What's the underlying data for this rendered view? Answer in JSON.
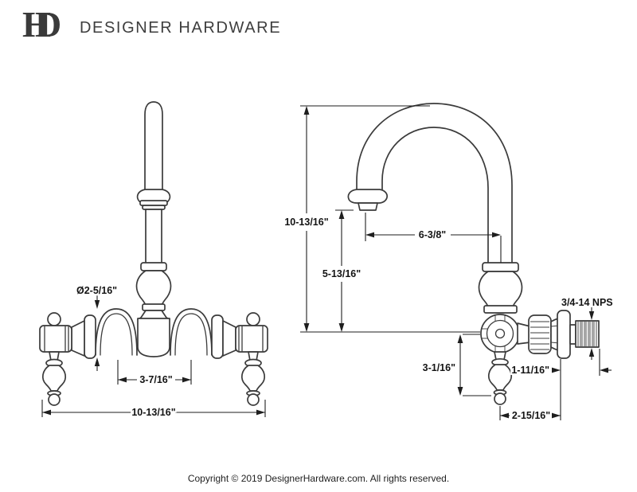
{
  "header": {
    "logo": {
      "letter_h": "H",
      "letter_d": "D"
    },
    "brand": "DESIGNER HARDWARE"
  },
  "front_view": {
    "dims": {
      "escutcheon_diameter": "Ø2-5/16\"",
      "faucet_centers": "3-7/16\"",
      "overall_width": "10-13/16\""
    }
  },
  "side_view": {
    "dims": {
      "overall_height": "10-13/16\"",
      "aerator_height": "5-13/16\"",
      "spout_reach": "6-3/8\"",
      "center_to_handle_bottom": "3-1/16\"",
      "thread_length": "1-11/16\"",
      "thread_spec": "3/4-14 NPS",
      "wall_to_handle": "2-15/16\""
    }
  },
  "footer": {
    "copyright": "Copyright © 2019 DesignerHardware.com. All rights reserved."
  }
}
